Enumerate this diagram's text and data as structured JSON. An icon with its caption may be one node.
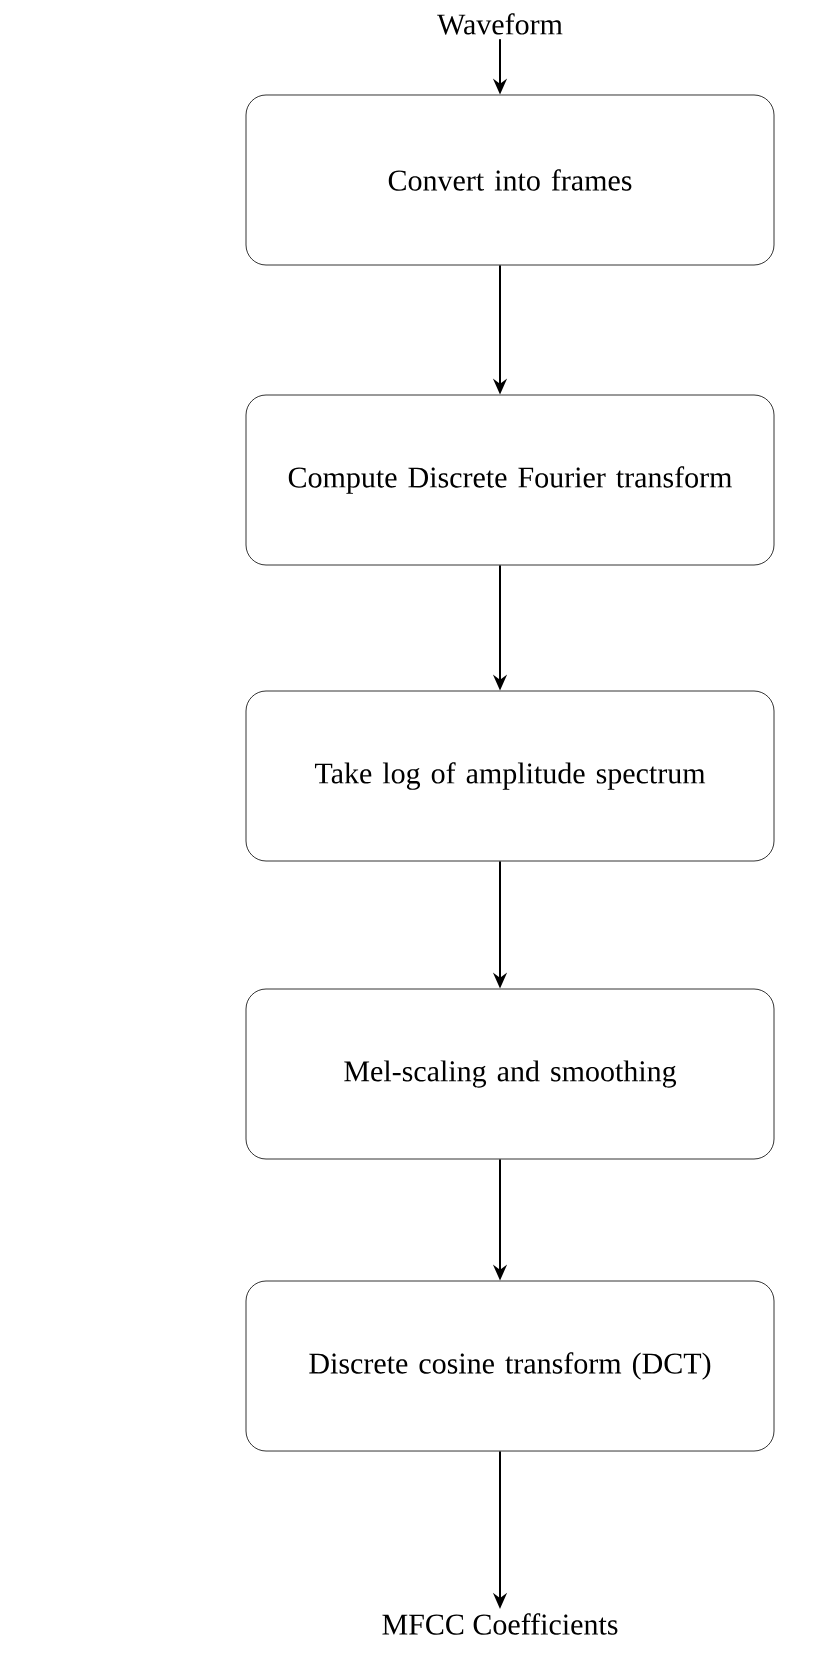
{
  "diagram": {
    "nodes": [
      {
        "text": [
          "Waveform"
        ]
      },
      {
        "text": [
          "Convert into frames"
        ]
      },
      {
        "text": [
          "Compute Discrete Fourier transform"
        ]
      },
      {
        "text": [
          "Take log of amplitude spectrum"
        ]
      },
      {
        "text": [
          "Mel-scaling and smoothing"
        ]
      },
      {
        "text": [
          "Discrete cosine transform (DCT)"
        ]
      },
      {
        "text": [
          "MFCC Coefficients"
        ]
      }
    ],
    "edges": [
      {
        "from": 0,
        "to": 1,
        "arrow": "to"
      },
      {
        "from": 1,
        "to": 2,
        "arrow": "to"
      },
      {
        "from": 2,
        "to": 3,
        "arrow": "to"
      },
      {
        "from": 3,
        "to": 4,
        "arrow": "to"
      },
      {
        "from": 4,
        "to": 5,
        "arrow": "to"
      },
      {
        "from": 5,
        "to": 6,
        "arrow": "to"
      }
    ]
  }
}
